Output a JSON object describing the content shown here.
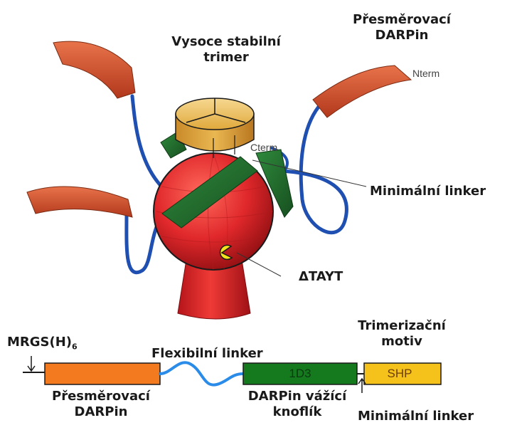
{
  "labels": {
    "retarget_top": "Přesměrovací",
    "darpin_top": "DARPin",
    "trimer_line1": "Vysoce stabilní",
    "trimer_line2": "trimer",
    "nterm": "Nterm",
    "cterm": "Cterm",
    "minimal_linker_right": "Minimální linker",
    "delta_tayt": "ΔTAYT",
    "mrgs": "MRGS(H)",
    "mrgs_sub": "6",
    "flexible_linker": "Flexibilní linker",
    "trimerization_line1": "Trimerizační",
    "trimerization_line2": "motiv",
    "box_1d3": "1D3",
    "box_shp": "SHP",
    "retarget_bottom_line1": "Přesměrovací",
    "retarget_bottom_line2": "DARPin",
    "binding_line1": "DARPin vážící",
    "binding_line2": "knoflík",
    "minimal_linker_bottom": "Minimální linker"
  },
  "colors": {
    "darpin_orange": "#d4512c",
    "knob_red": "#e0282b",
    "trimer_gold": "#e8b54a",
    "green_helix": "#1f6b2c",
    "linker_blue": "#1f4fb0",
    "box_orange": "#f47a20",
    "box_green": "#157a1e",
    "box_yellow": "#f5c21b",
    "linker_light_blue": "#2a8ce8"
  }
}
